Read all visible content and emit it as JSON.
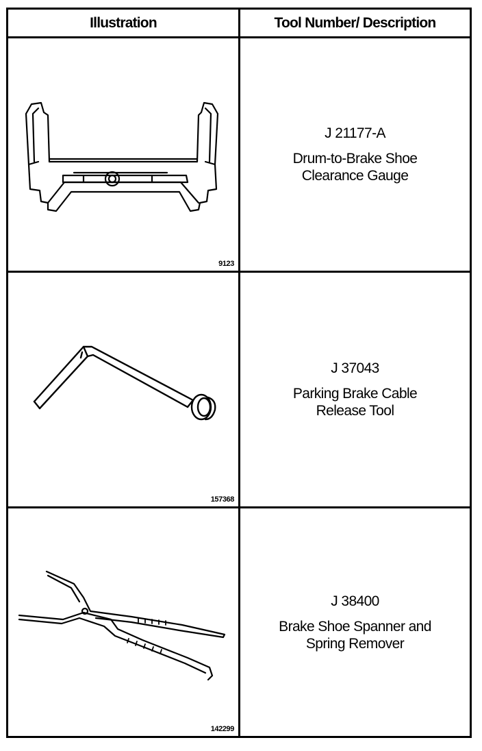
{
  "header": {
    "illustration": "Illustration",
    "tool_number_description": "Tool Number/ Description"
  },
  "rows": [
    {
      "tool_number": "J 21177-A",
      "description": "Drum-to-Brake Shoe\nClearance Gauge",
      "figure_number": "9123",
      "icon": "clearance-gauge-icon"
    },
    {
      "tool_number": "J 37043",
      "description": "Parking Brake Cable\nRelease Tool",
      "figure_number": "157368",
      "icon": "cable-release-tool-icon"
    },
    {
      "tool_number": "J 38400",
      "description": "Brake Shoe Spanner and\nSpring Remover",
      "figure_number": "142299",
      "icon": "spanner-spring-remover-icon"
    }
  ]
}
